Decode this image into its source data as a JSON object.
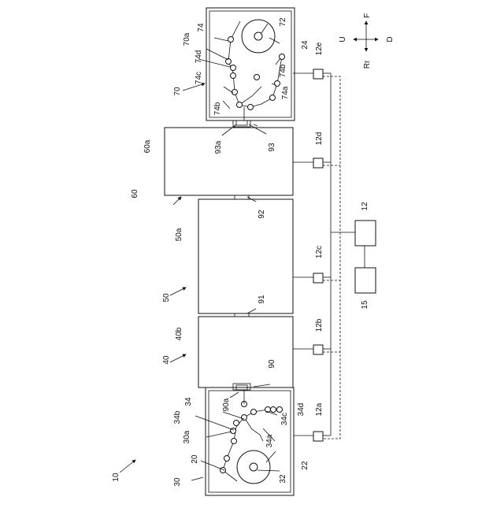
{
  "figure_number": "10",
  "units": {
    "unit_30": {
      "ref": "30",
      "chamber": "30a",
      "rollers": "34",
      "roller_b": "34b",
      "roller_a": "34a",
      "roller_c": "34c",
      "roller_d": "34d",
      "path": "20",
      "reel": "22",
      "core": "32",
      "outlet": "90a"
    },
    "unit_40": {
      "ref": "40",
      "chamber": "40b"
    },
    "unit_50": {
      "ref": "50",
      "chamber": "50a"
    },
    "unit_60": {
      "ref": "60",
      "chamber": "60a"
    },
    "unit_70": {
      "ref": "70",
      "chamber": "70a",
      "rollers": "74",
      "roller_d": "74d",
      "roller_c": "74c",
      "roller_b_upper": "74b",
      "roller_b_lower": "74b",
      "roller_a": "74a",
      "reel": "24",
      "core": "72",
      "inlet": "93a",
      "connector": "93"
    }
  },
  "connectors": {
    "c90": "90",
    "c91": "91",
    "c92": "92"
  },
  "sensors": [
    "12a",
    "12b",
    "12c",
    "12d",
    "12e"
  ],
  "controller": "12",
  "auxiliary": "15",
  "direction_labels": {
    "up": "U",
    "front": "F",
    "down": "D",
    "rear": "Rr"
  }
}
